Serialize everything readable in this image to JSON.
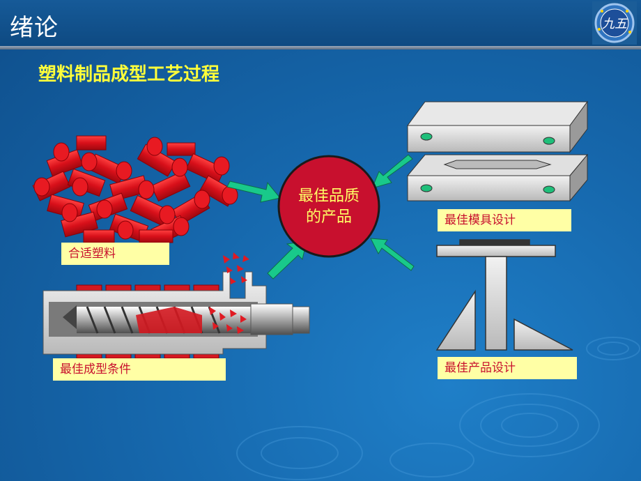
{
  "slide": {
    "title": "绪论",
    "subtitle": "塑料制品成型工艺过程",
    "logo_text": "九五"
  },
  "center": {
    "line1": "最佳品质",
    "line2": "的产品"
  },
  "labels": {
    "plastic": "合适塑料",
    "molding": "最佳成型条件",
    "mold": "最佳模具设计",
    "product": "最佳产品设计"
  },
  "colors": {
    "background": "#1668ad",
    "subtitle": "#ffff3a",
    "label_bg": "#ffffa5",
    "label_text": "#c8102e",
    "center_circle": "#c8102e",
    "arrow": "#19c98a",
    "pellets": "#e0141e"
  }
}
